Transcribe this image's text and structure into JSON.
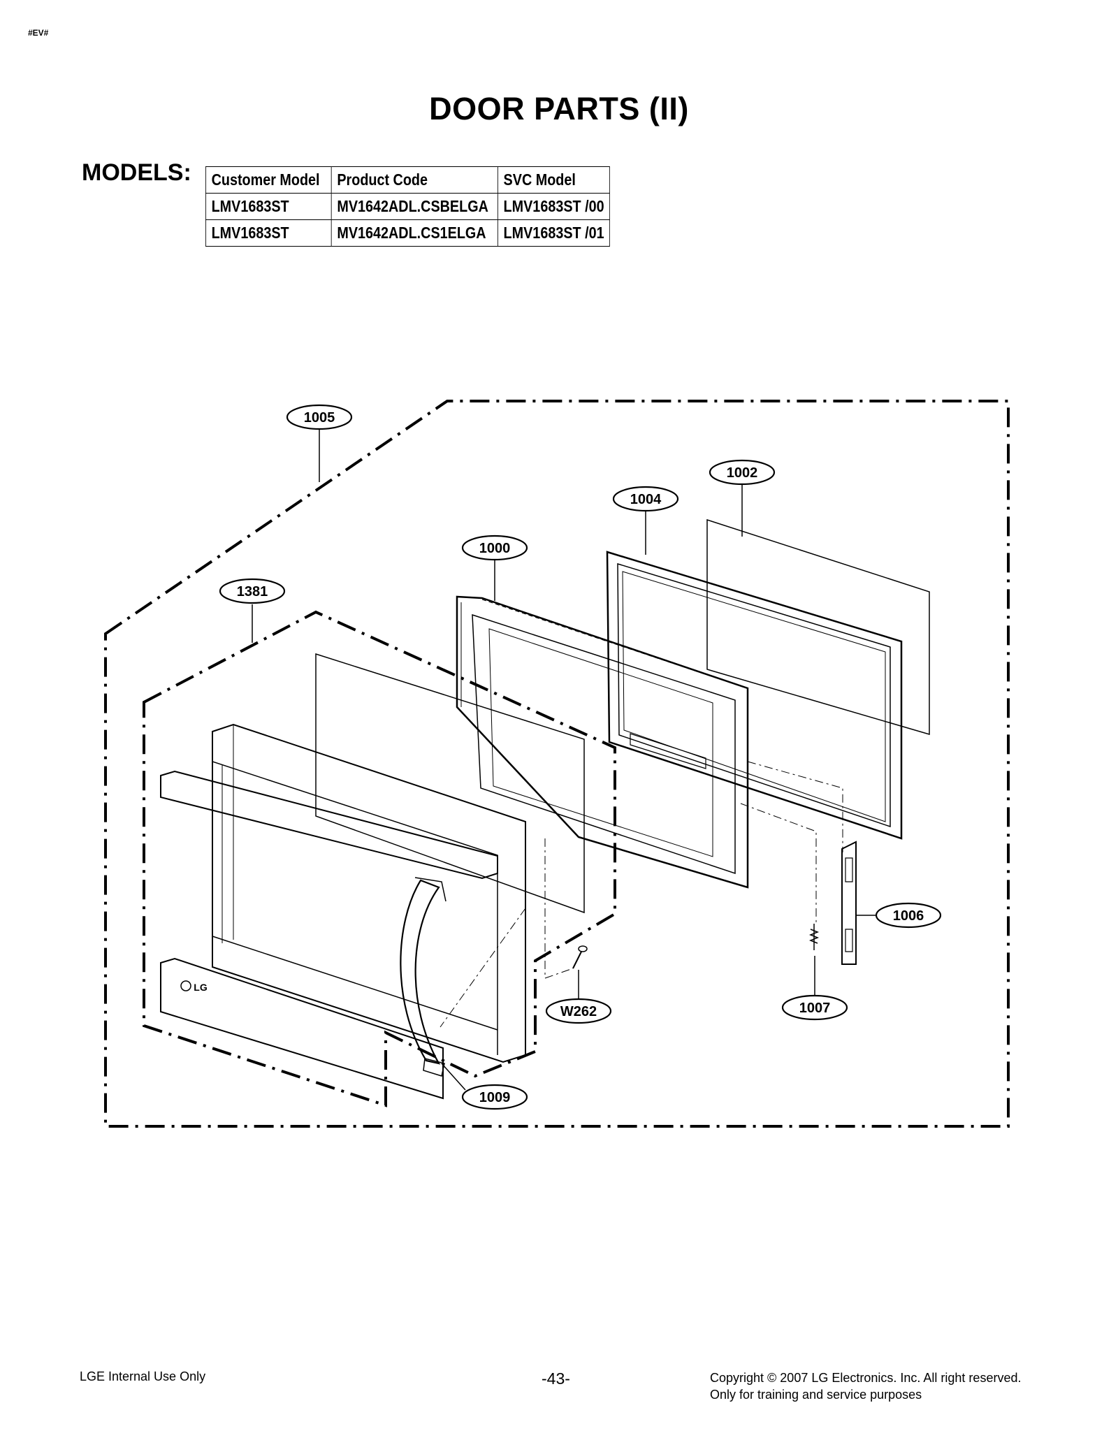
{
  "header": {
    "code_tag": "#EV#",
    "title": "DOOR PARTS (II)"
  },
  "models": {
    "label": "MODELS:",
    "columns": [
      "Customer Model",
      "Product Code",
      "SVC Model"
    ],
    "rows": [
      [
        "LMV1683ST",
        "MV1642ADL.CSBELGA",
        "LMV1683ST /00"
      ],
      [
        "LMV1683ST",
        "MV1642ADL.CS1ELGA",
        "LMV1683ST /01"
      ]
    ]
  },
  "parts": {
    "p1005": "1005",
    "p1002": "1002",
    "p1004": "1004",
    "p1000": "1000",
    "p1381": "1381",
    "p1006": "1006",
    "p1007": "1007",
    "pW262": "W262",
    "p1009": "1009"
  },
  "logo_text": "LG",
  "footer": {
    "left": "LGE Internal Use Only",
    "page": "-43-",
    "copyright": "Copyright © 2007 LG Electronics. Inc. All right reserved.",
    "note": "Only for training and service purposes"
  }
}
